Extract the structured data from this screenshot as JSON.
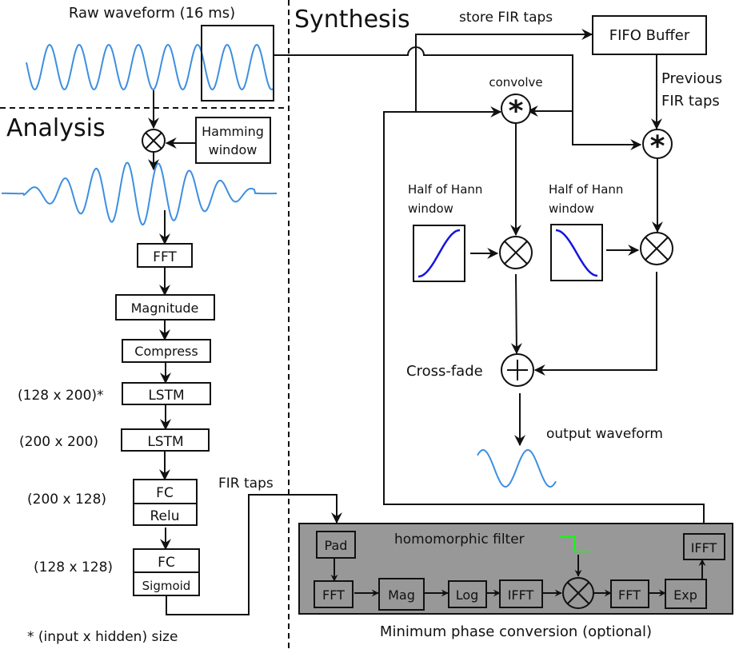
{
  "sections": {
    "analysis_title": "Analysis",
    "synthesis_title": "Synthesis"
  },
  "analysis": {
    "raw_waveform_label": "Raw waveform (16 ms)",
    "hamming_window": [
      "Hamming",
      "window"
    ],
    "blocks": {
      "fft": "FFT",
      "magnitude": "Magnitude",
      "compress": "Compress",
      "lstm1": "LSTM",
      "lstm2": "LSTM",
      "fc1": "FC",
      "relu": "Relu",
      "fc2": "FC",
      "sigmoid": "Sigmoid"
    },
    "sizes": {
      "lstm1": "(128 x 200)*",
      "lstm2": "(200 x 200)",
      "fc1": "(200 x 128)",
      "fc2": "(128 x 128)"
    },
    "footnote": "* (input x hidden) size",
    "fir_taps_label": "FIR taps"
  },
  "synthesis": {
    "store_fir_taps_label": "store FIR taps",
    "fifo_buffer": "FIFO Buffer",
    "previous_fir_taps": [
      "Previous",
      "FIR taps"
    ],
    "convolve_label": "convolve",
    "hann_left": [
      "Half of Hann",
      "window"
    ],
    "hann_right": [
      "Half of Hann",
      "window"
    ],
    "cross_fade_label": "Cross-fade",
    "output_waveform_label": "output waveform"
  },
  "min_phase": {
    "caption": "Minimum phase conversion (optional)",
    "homomorphic_label": "homomorphic filter",
    "blocks": {
      "pad": "Pad",
      "fft1": "FFT",
      "mag": "Mag",
      "log": "Log",
      "ifft1": "IFFT",
      "fft2": "FFT",
      "exp": "Exp",
      "ifft2": "IFFT"
    }
  },
  "symbols": {
    "multiply": "circled-times",
    "convolve": "circled-asterisk",
    "add": "circled-plus"
  },
  "colors": {
    "waveform": "#3d8fe0",
    "hann_curve": "#1515e0",
    "filter_step": "#22ee22",
    "min_phase_bg": "#989898"
  }
}
